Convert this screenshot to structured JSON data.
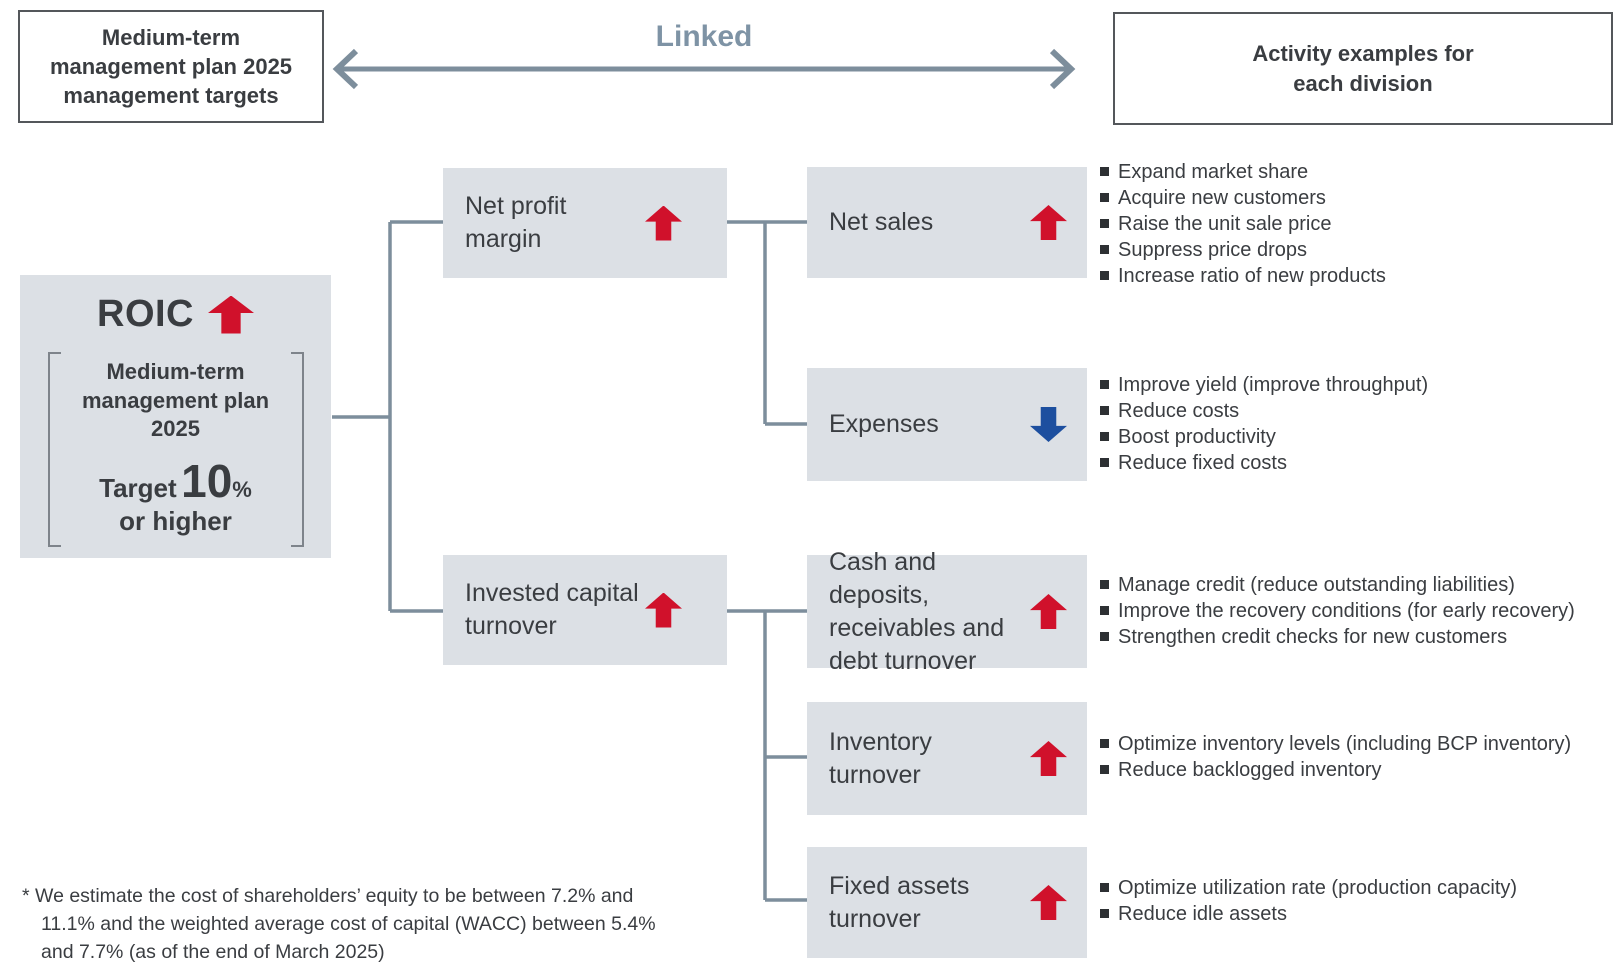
{
  "header": {
    "left_box_lines": [
      "Medium-term",
      "management plan 2025",
      "management targets"
    ],
    "linked_label": "Linked",
    "right_box_lines": [
      "Activity examples for",
      "each division"
    ]
  },
  "roic": {
    "title": "ROIC",
    "trend": "up",
    "plan_lines": [
      "Medium-term",
      "management plan",
      "2025"
    ],
    "target_label": "Target",
    "target_value": "10",
    "target_unit": "%",
    "target_qualifier": "or higher"
  },
  "level2": [
    {
      "label": "Net profit margin",
      "trend": "up"
    },
    {
      "label": "Invested capital turnover",
      "trend": "up"
    }
  ],
  "level3": [
    {
      "label": "Net sales",
      "trend": "up",
      "activities": [
        "Expand market share",
        "Acquire new customers",
        "Raise the unit sale price",
        "Suppress price drops",
        "Increase ratio of new products"
      ]
    },
    {
      "label": "Expenses",
      "trend": "down",
      "activities": [
        "Improve yield (improve throughput)",
        "Reduce costs",
        "Boost productivity",
        "Reduce fixed costs"
      ]
    },
    {
      "label": "Cash and deposits, receivables and debt turnover",
      "trend": "up",
      "activities": [
        "Manage credit (reduce outstanding liabilities)",
        "Improve the recovery conditions (for early recovery)",
        "Strengthen credit checks for new customers"
      ]
    },
    {
      "label": "Inventory turnover",
      "trend": "up",
      "activities": [
        "Optimize inventory levels (including BCP inventory)",
        "Reduce backlogged inventory"
      ]
    },
    {
      "label": "Fixed assets turnover",
      "trend": "up",
      "activities": [
        "Optimize utilization rate (production capacity)",
        "Reduce idle assets"
      ]
    }
  ],
  "footnote": {
    "marker": "*",
    "text": "We estimate the cost of shareholders’ equity to be between 7.2% and 11.1% and the weighted average cost of capital (WACC) between 5.4% and 7.7% (as of the end of March 2025)"
  },
  "colors": {
    "up_arrow": "#d0112b",
    "down_arrow": "#1d4f9f",
    "box_fill": "#dce0e5",
    "connector": "#7d8e9c",
    "linked": "#7e93a5",
    "text_dark": "#3a3d41",
    "border_dark": "#54575b"
  }
}
